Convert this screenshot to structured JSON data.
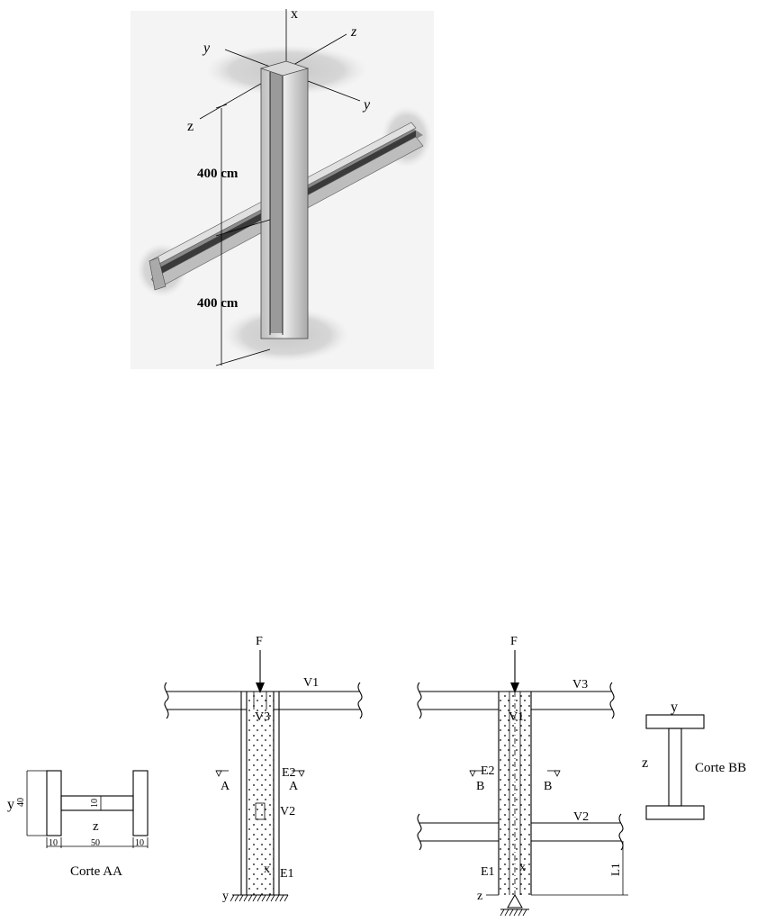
{
  "iso": {
    "axis_x": "x",
    "axis_z_top": "z",
    "axis_y_top": "y",
    "axis_z_left": "z",
    "axis_y_right": "y",
    "dim_upper": "400 cm",
    "dim_lower": "400 cm"
  },
  "corte_aa": {
    "label_y": "y",
    "label_z": "z",
    "dim_40": "40",
    "dim_10_web": "10",
    "dim_10_left": "10",
    "dim_50": "50",
    "dim_10_right": "10",
    "title": "Corte AA"
  },
  "elev_left": {
    "force": "F",
    "beam_top": "V1",
    "inner": "V3",
    "wall": "E2",
    "sec_a_left": "A",
    "sec_a_right": "A",
    "small_beam": "V2",
    "axis_x": "x",
    "lower": "E1",
    "axis_y": "y"
  },
  "elev_right": {
    "force": "F",
    "beam_top": "V3",
    "inner": "V1",
    "wall": "E2",
    "sec_b_left": "B",
    "sec_b_right": "B",
    "beam_mid": "V2",
    "lower": "E1",
    "axis_x": "x",
    "axis_z": "z",
    "dim_l1": "L1"
  },
  "corte_bb": {
    "label_y": "y",
    "label_z": "z",
    "title": "Corte BB"
  }
}
